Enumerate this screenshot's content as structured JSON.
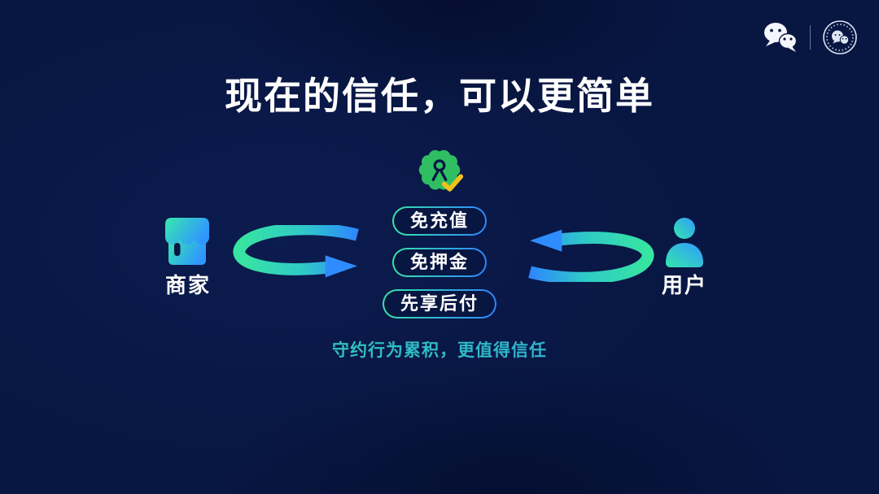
{
  "slide": {
    "title": "现在的信任，可以更简单",
    "caption": "守约行为累积，更值得信任",
    "pills": [
      {
        "label": "免充值"
      },
      {
        "label": "免押金"
      },
      {
        "label": "先享后付"
      }
    ],
    "merchant": {
      "label": "商家",
      "icon": "store-icon"
    },
    "user": {
      "label": "用户",
      "icon": "user-icon"
    },
    "badge": {
      "icon": "trust-badge-icon",
      "check_icon": "check-icon"
    },
    "arrows": [
      {
        "icon": "loop-arrow-right-icon"
      },
      {
        "icon": "loop-arrow-left-icon"
      }
    ]
  },
  "header": {
    "logos": [
      {
        "icon": "wechat-logo-icon"
      },
      {
        "icon": "wechat-seal-logo-icon"
      }
    ]
  },
  "colors": {
    "background": "#081642",
    "title_text": "#FFFFFF",
    "pill_text": "#FFFFFF",
    "pill_border_from": "#35E5A8",
    "pill_border_to": "#2E86FF",
    "badge_green": "#2FBE62",
    "check_gold": "#F2C11E",
    "gradient_teal": "#36E6AC",
    "gradient_blue": "#2F8CFF",
    "caption_from": "#2FD9A6",
    "caption_to": "#2F9FE8"
  }
}
